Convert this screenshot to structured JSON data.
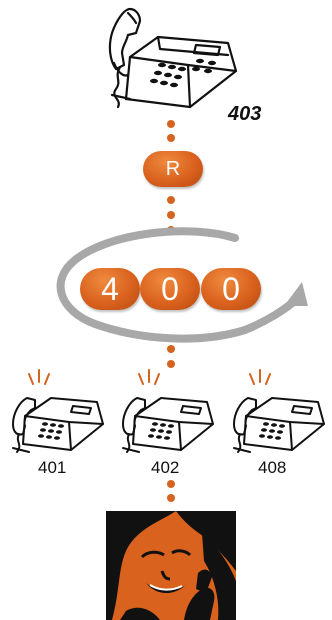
{
  "caller": {
    "extension": "403",
    "icon": "desk-phone-icon"
  },
  "recall_button": {
    "label": "R"
  },
  "dialed_number": {
    "digits": [
      "4",
      "0",
      "0"
    ]
  },
  "targets": [
    {
      "label": "401",
      "icon": "ringing-phone-icon"
    },
    {
      "label": "402",
      "icon": "ringing-phone-icon"
    },
    {
      "label": "408",
      "icon": "ringing-phone-icon"
    }
  ],
  "answering_person": {
    "icon": "person-on-phone-photo"
  },
  "colors": {
    "accent": "#d9621e",
    "arrow": "#a8a8a8",
    "dot": "#d4641f"
  }
}
